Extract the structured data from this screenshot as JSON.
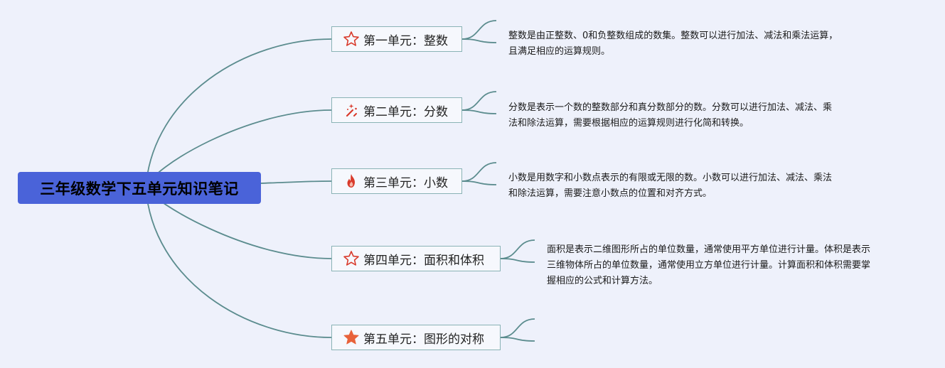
{
  "colors": {
    "background": "#eef1fb",
    "root_fill": "#4a63d9",
    "connector": "#5b8c8e",
    "topic_border": "#8ab3b5",
    "icon_red": "#d93a2b",
    "icon_orange": "#e8623a"
  },
  "root": {
    "title": "三年级数学下五单元知识笔记"
  },
  "topics": [
    {
      "label": "第一单元：整数",
      "icon": "star-outline-icon",
      "note_lines": [
        "整数是由正整数、0和负整数组成的数集。整数可以进行加法、减法和乘法运算，",
        "且满足相应的运算规则。"
      ]
    },
    {
      "label": "第二单元：分数",
      "icon": "sparkle-wand-icon",
      "note_lines": [
        "分数是表示一个数的整数部分和真分数部分的数。分数可以进行加法、减法、乘",
        "法和除法运算，需要根据相应的运算规则进行化简和转换。"
      ]
    },
    {
      "label": "第三单元：小数",
      "icon": "fire-icon",
      "note_lines": [
        "小数是用数字和小数点表示的有限或无限的数。小数可以进行加法、减法、乘法",
        "和除法运算，需要注意小数点的位置和对齐方式。"
      ]
    },
    {
      "label": "第四单元：面积和体积",
      "icon": "star-outline-icon",
      "note_lines": [
        "面积是表示二维图形所占的单位数量，通常使用平方单位进行计量。体积是表示",
        "三维物体所占的单位数量，通常使用立方单位进行计量。计算面积和体积需要掌",
        "握相应的公式和计算方法。"
      ]
    },
    {
      "label": "第五单元：图形的对称",
      "icon": "star-filled-icon",
      "note_lines": []
    }
  ]
}
